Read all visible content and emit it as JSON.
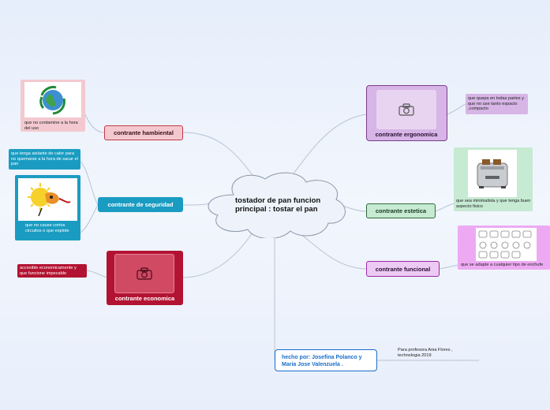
{
  "central": {
    "title": "tostador de pan funcion principal  : tostar el pan"
  },
  "branches": {
    "ambiental": {
      "label": "contrante hambiental",
      "note": "que no  contamine a la hora del uso",
      "image_icon": "earth-recycle-icon"
    },
    "seguridad": {
      "label": "contrante de seguridad",
      "note_top": "que tenga aislante de calor para no quemarse a la hora de sacar el pan",
      "note_bottom": "que no cause cortos circuitos o que explote",
      "image_icon": "electric-shock-icon"
    },
    "economica": {
      "label": "contrante economica",
      "note": "accesible economicamente y que funcione impecable",
      "image_icon": "camera-icon"
    },
    "ergonomica": {
      "label": "contrante ergonomica",
      "note": "que quepa en todas partes y que no use tanto espacio ,compacto",
      "image_icon": "camera-icon"
    },
    "estetica": {
      "label": "contrante estetica",
      "note": "que sea minimalista y que tenga buen aspecto fisico",
      "image_icon": "toaster-icon"
    },
    "funcional": {
      "label": "contrante funcional",
      "note": "que se adapte a cualquier tipo de enchufe",
      "image_icon": "plug-sockets-icon"
    },
    "autores": {
      "label": "hecho por: Josefina Polanco y Maria Jose Valenzuela .",
      "note": "Para profesora Ania Flores , technologia 2019"
    }
  },
  "colors": {
    "line": "#b8c4d4",
    "ambiental_fill": "#f3c9cf",
    "ambiental_border": "#c23a4a",
    "seguridad_fill": "#1a9cc2",
    "economica_fill": "#b31332",
    "ergonomica_fill": "#d7b5e6",
    "ergonomica_border": "#7b3d8f",
    "estetica_fill": "#c6ead2",
    "estetica_border": "#2e6b3f",
    "funcional_fill": "#edcaf3",
    "funcional_border": "#9b2aa3",
    "autores_border": "#1a6ec9"
  }
}
